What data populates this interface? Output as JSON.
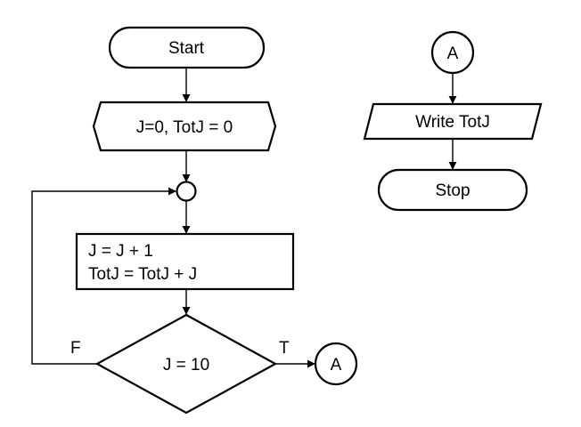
{
  "flowchart": {
    "start_label": "Start",
    "init_label": "J=0, TotJ = 0",
    "process_line1": "J = J + 1",
    "process_line2": "TotJ = TotJ + J",
    "decision_label": "J = 10",
    "false_label": "F",
    "true_label": "T",
    "connector_out_label": "A",
    "connector_in_label": "A",
    "output_label": "Write TotJ",
    "stop_label": "Stop"
  },
  "colors": {
    "stroke": "#000000",
    "fill": "#ffffff",
    "background": "#ffffff"
  }
}
